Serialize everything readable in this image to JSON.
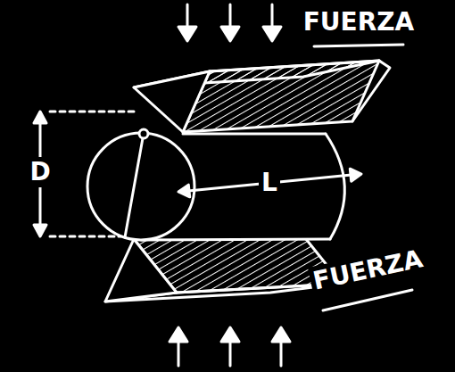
{
  "diagram": {
    "labels": [
      "FUERZA",
      "FUERZA",
      "D",
      "L"
    ]
  }
}
